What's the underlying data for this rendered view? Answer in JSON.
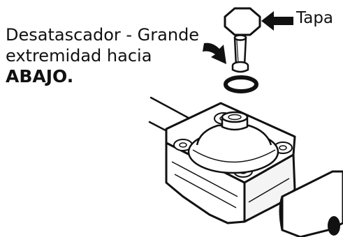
{
  "labels": {
    "cap": "Tapa",
    "instruction_line1": "Desatascador - Grande",
    "instruction_line2": "extremidad hacia",
    "instruction_line3": "ABAJO."
  },
  "colors": {
    "ink": "#111111",
    "background": "#ffffff"
  }
}
